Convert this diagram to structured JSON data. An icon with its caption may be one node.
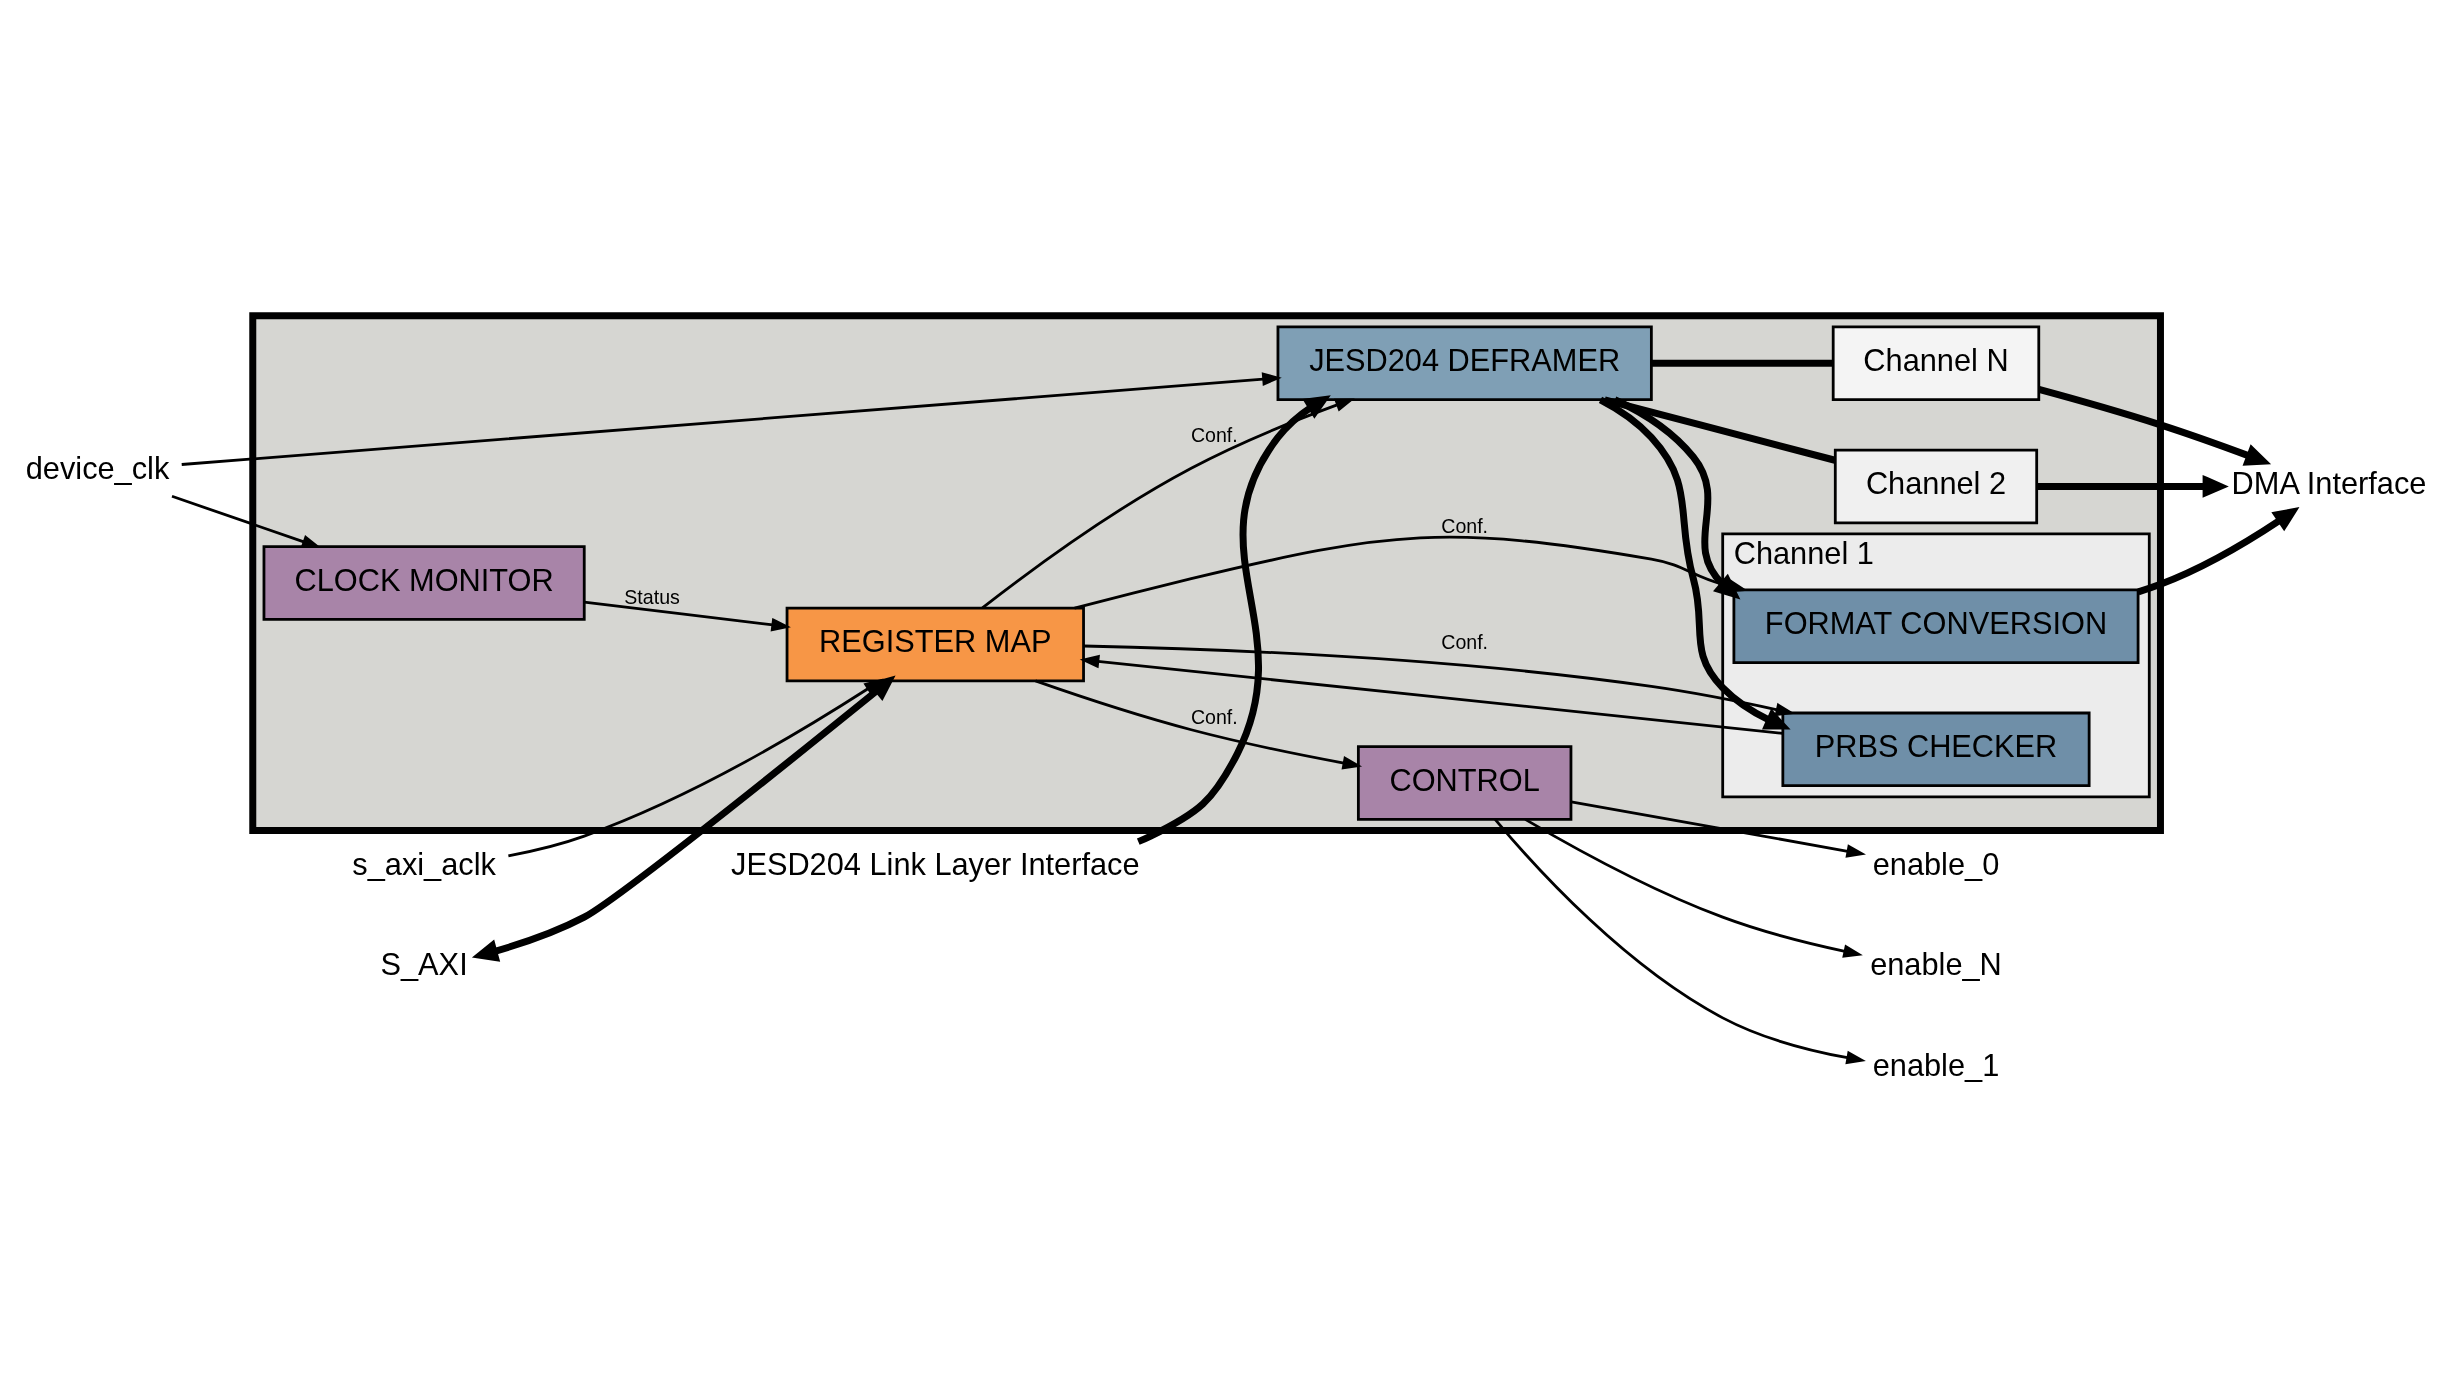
{
  "diagram": {
    "nodes": [
      {
        "text": [],
        "shape": "box"
      },
      {
        "text": [
          "JESD204 DEFRAMER"
        ],
        "in": 0
      },
      {
        "text": [
          "Channel N"
        ],
        "in": 0
      },
      {
        "text": [
          "Channel 2"
        ],
        "in": 0
      },
      {
        "text": [
          "Channel 1"
        ],
        "in": 0
      },
      {
        "text": [
          "FORMAT CONVERSION"
        ],
        "in": 4
      },
      {
        "text": [
          "PRBS CHECKER"
        ],
        "in": 4
      },
      {
        "text": [
          "CLOCK MONITOR"
        ],
        "in": 0
      },
      {
        "text": [
          "REGISTER MAP"
        ],
        "in": 0
      },
      {
        "text": [
          "CONTROL"
        ],
        "in": 0
      },
      {
        "text": [
          "JESD204 Link Layer Interface"
        ]
      },
      {
        "text": [
          "DMA Interface"
        ]
      },
      {
        "text": [
          "enable_N"
        ]
      },
      {
        "text": [
          "enable_1"
        ]
      },
      {
        "text": [
          "enable_0"
        ]
      },
      {
        "text": [
          "device_clk"
        ]
      },
      {
        "text": [
          "S_AXI"
        ]
      },
      {
        "text": [
          "s_axi_aclk"
        ]
      }
    ],
    "edges": [
      {
        "from": 10,
        "to": 1,
        "arrow": "to",
        "style": "thick"
      },
      {
        "from": 1,
        "to": 2,
        "arrow": "none",
        "style": "thick"
      },
      {
        "from": 1,
        "to": 3,
        "arrow": "none",
        "style": "thick"
      },
      {
        "from": 1,
        "to": 5,
        "arrow": "to",
        "style": "thick"
      },
      {
        "from": 1,
        "to": 6,
        "arrow": "to",
        "style": "thick"
      },
      {
        "from": 2,
        "to": 11,
        "arrow": "to",
        "style": "thick"
      },
      {
        "from": 3,
        "to": 11,
        "arrow": "to",
        "style": "thick"
      },
      {
        "from": 5,
        "to": 11,
        "arrow": "to",
        "style": "thick"
      },
      {
        "from": 6,
        "to": 8,
        "arrow": "to"
      },
      {
        "from": 8,
        "to": 6,
        "label": "Conf.",
        "arrow": "to"
      },
      {
        "from": 8,
        "to": 5,
        "label": "Conf.",
        "arrow": "to"
      },
      {
        "from": 8,
        "to": 1,
        "label": "Conf.",
        "arrow": "to"
      },
      {
        "from": 7,
        "to": 8,
        "label": "Status",
        "arrow": "to"
      },
      {
        "from": 8,
        "to": 9,
        "label": "Conf.",
        "arrow": "to"
      },
      {
        "from": 9,
        "to": 12,
        "arrow": "to"
      },
      {
        "from": 9,
        "to": 13,
        "arrow": "to"
      },
      {
        "from": 9,
        "to": 14,
        "arrow": "to"
      },
      {
        "from": 15,
        "to": 1,
        "arrow": "to"
      },
      {
        "from": 15,
        "to": 7,
        "arrow": "to"
      },
      {
        "from": 16,
        "to": 8,
        "arrow": "both",
        "style": "thick"
      },
      {
        "from": 17,
        "to": 8,
        "arrow": "to"
      }
    ]
  }
}
